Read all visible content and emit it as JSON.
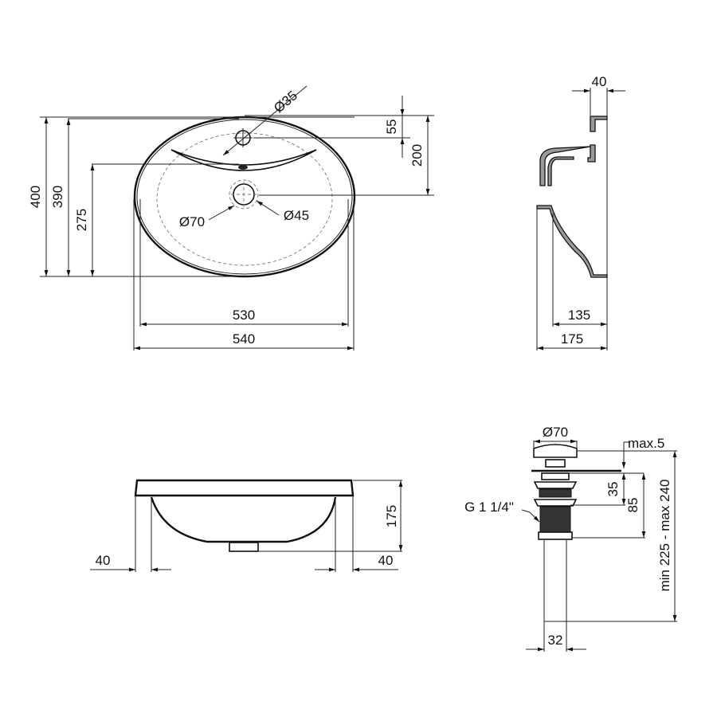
{
  "drawing": {
    "title": "Washbasin technical drawing",
    "top_view": {
      "dims": {
        "total_depth": "400",
        "inner_depth": "390",
        "bowl_depth": "275",
        "tap_hole_dia": "Ø35",
        "tap_offset": "55",
        "drain_offset": "200",
        "drain_outer_dia": "Ø70",
        "drain_hole_dia": "Ø45",
        "inner_width": "530",
        "total_width": "540"
      }
    },
    "side_view": {
      "dims": {
        "rim_width": "40",
        "bowl_depth": "135",
        "total_depth": "175"
      }
    },
    "front_view": {
      "dims": {
        "height": "175",
        "left_rim": "40",
        "right_rim": "40"
      }
    },
    "drain_valve": {
      "dims": {
        "cap_dia": "Ø70",
        "cap_gap": "max.5",
        "upper_height": "35",
        "thread_height": "85",
        "thread_label": "G 1 1/4\"",
        "total_length": "min 225 - max 240",
        "pipe_dia": "32"
      }
    }
  }
}
